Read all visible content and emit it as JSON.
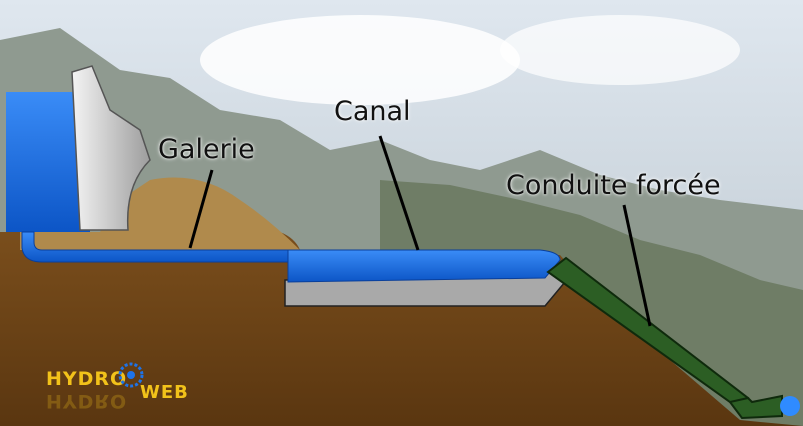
{
  "labels": {
    "galerie": "Galerie",
    "canal": "Canal",
    "conduite": "Conduite forcée"
  },
  "logo": {
    "part1": "HYDRO",
    "part2": "WEB"
  },
  "colors": {
    "sky": "#d3dde6",
    "ground": "#6b4316",
    "hill": "#b48d4f",
    "water": "#1e73e8",
    "dam": "#d6d6d6",
    "canal_base": "#a9a9a9",
    "penstock": "#1f4d1a",
    "logo": "#f2c21a"
  }
}
